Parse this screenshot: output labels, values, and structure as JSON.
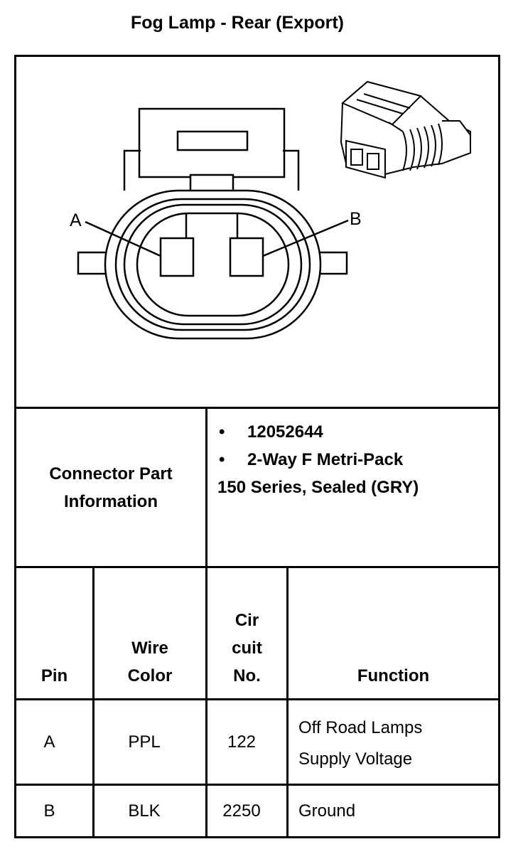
{
  "title": "Fog Lamp - Rear (Export)",
  "connector": {
    "pin_a_label": "A",
    "pin_b_label": "B"
  },
  "part_info": {
    "label_line1": "Connector Part",
    "label_line2": "Information",
    "bullet_1": "12052644",
    "bullet_2": "2-Way F Metri-Pack",
    "line_3": "150 Series, Sealed (GRY)"
  },
  "table": {
    "headers": {
      "pin": "Pin",
      "wire_1": "Wire",
      "wire_2": "Color",
      "circuit_1": "Cir",
      "circuit_2": "cuit",
      "circuit_3": "No.",
      "function": "Function"
    },
    "rows": [
      {
        "pin": "A",
        "color": "PPL",
        "circuit": "122",
        "function_1": "Off Road Lamps",
        "function_2": "Supply Voltage"
      },
      {
        "pin": "B",
        "color": "BLK",
        "circuit": "2250",
        "function_1": "Ground",
        "function_2": ""
      }
    ]
  }
}
